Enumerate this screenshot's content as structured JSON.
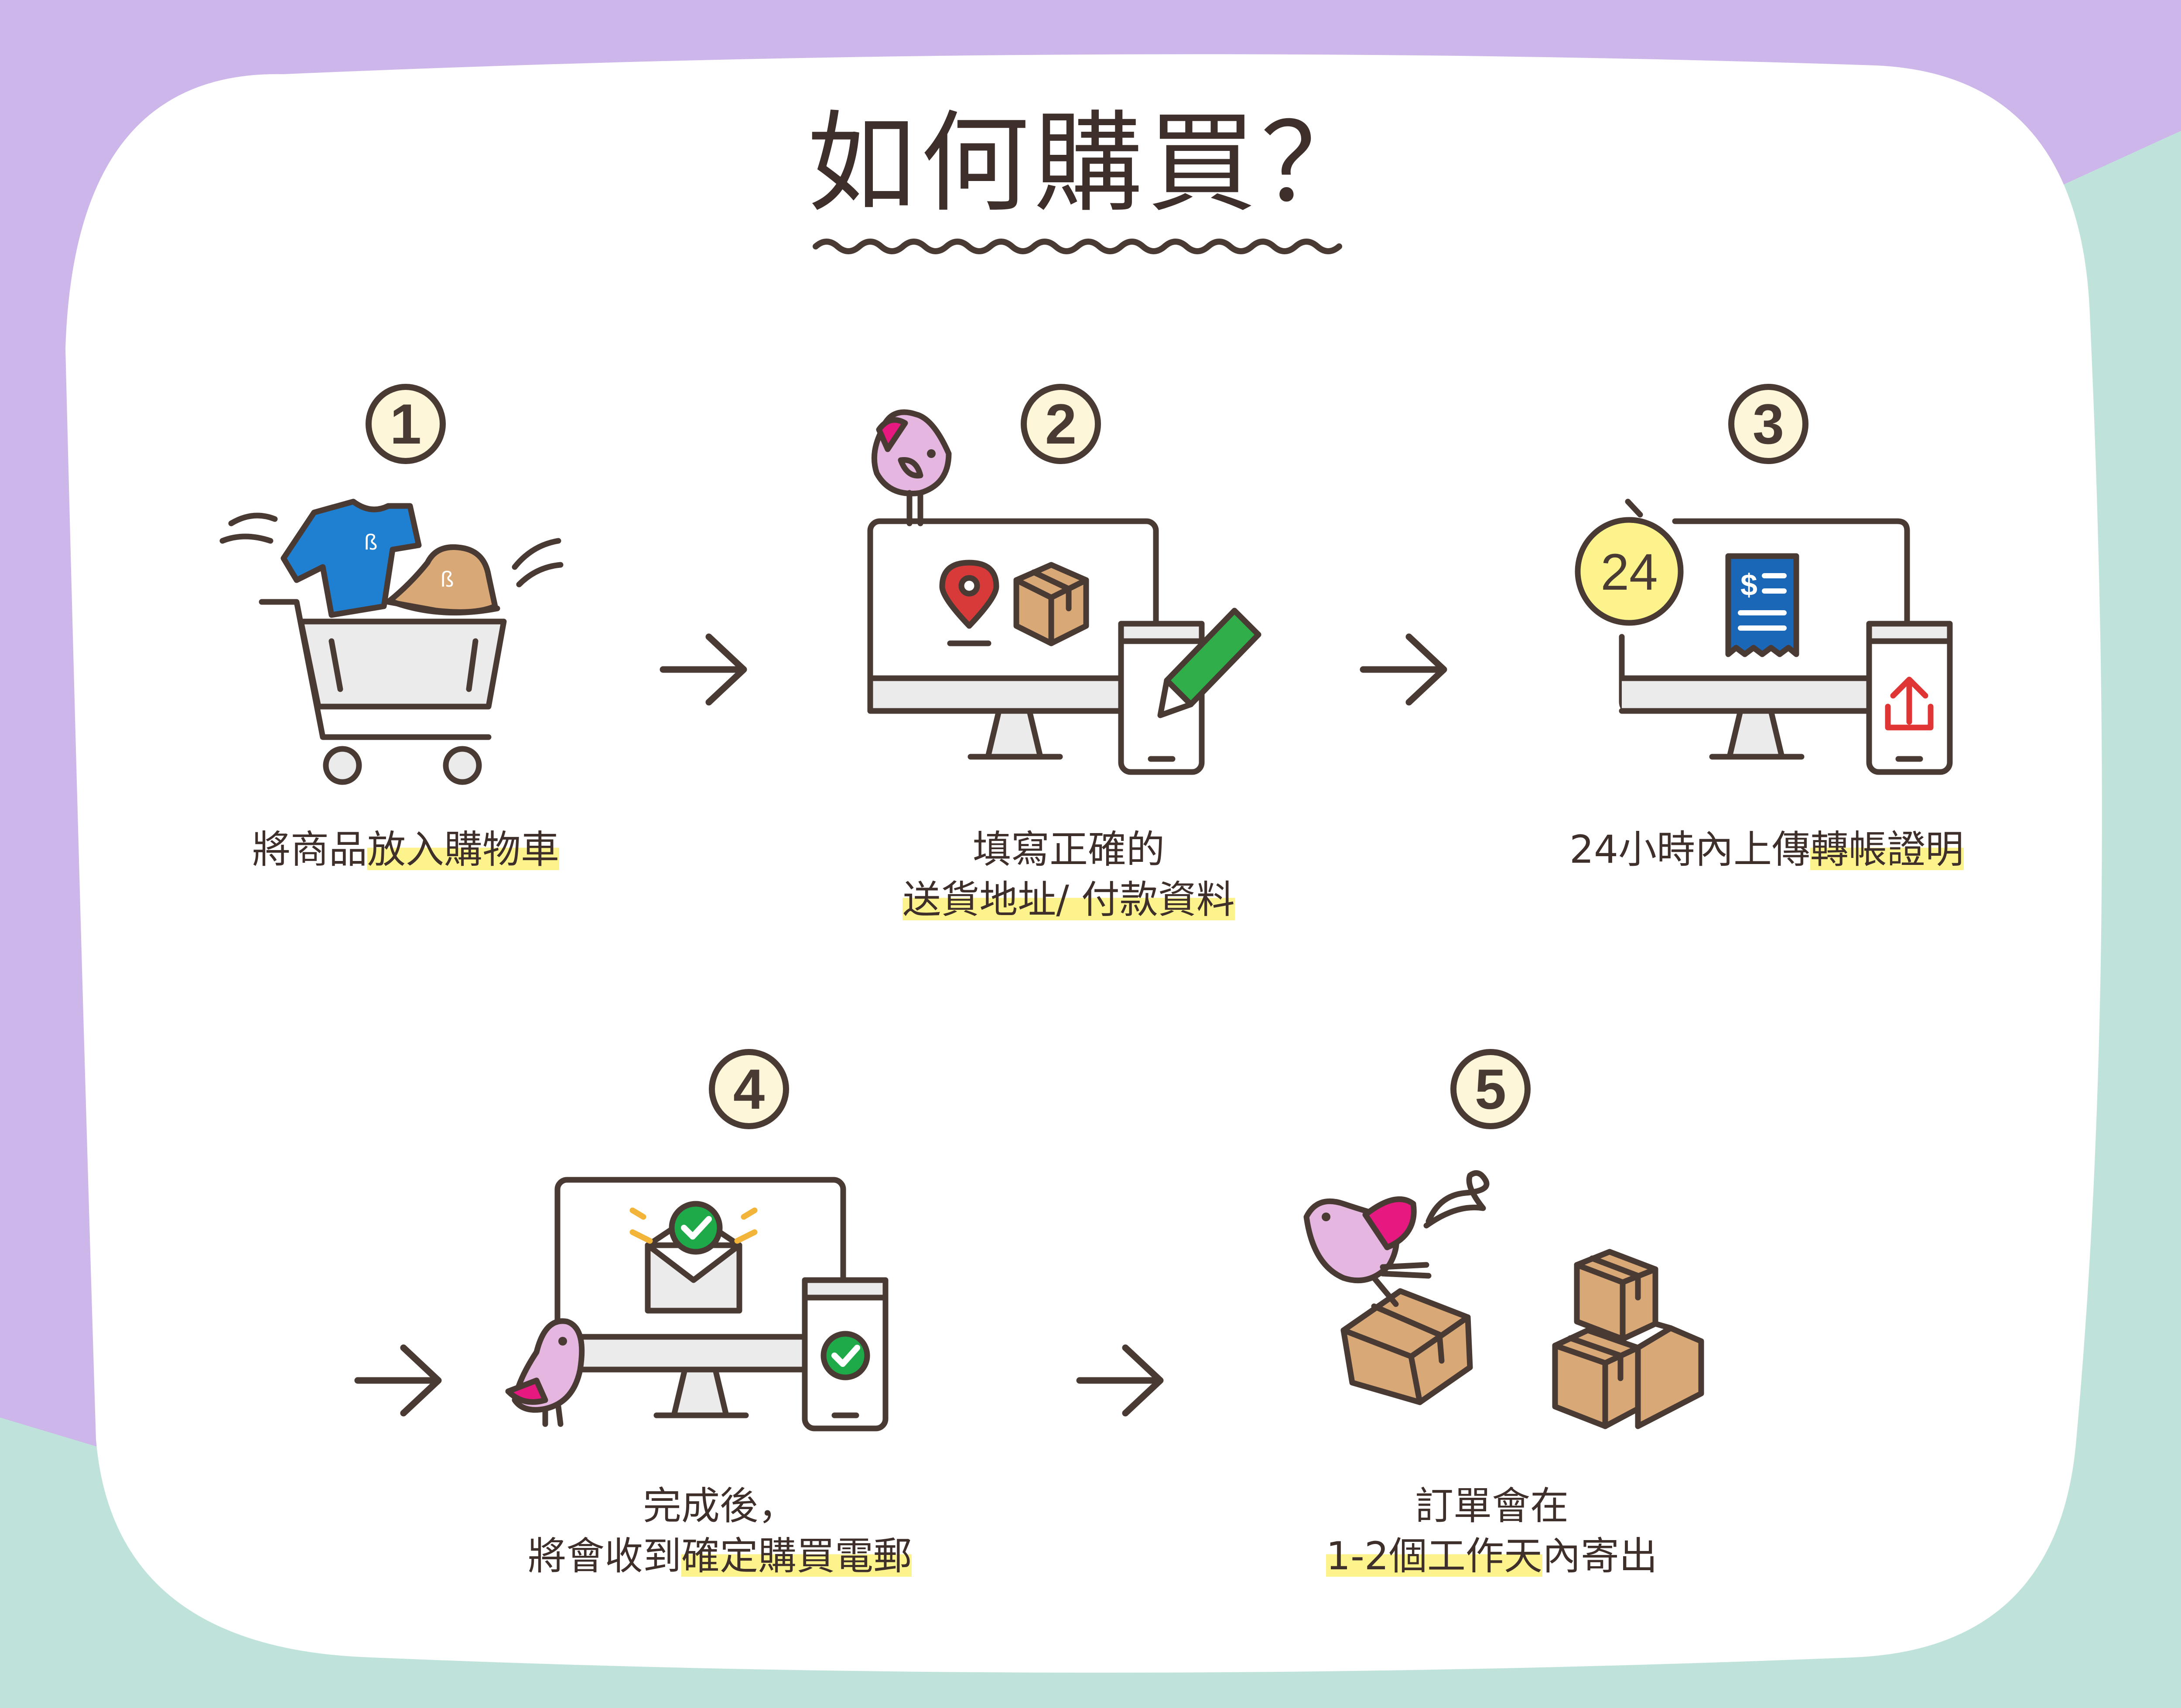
{
  "title": "如何購買？",
  "steps": [
    {
      "number": "1",
      "lines": [
        [
          {
            "text": "將商品",
            "hl": false
          },
          {
            "text": "放入購物車",
            "hl": true
          }
        ]
      ]
    },
    {
      "number": "2",
      "lines": [
        [
          {
            "text": "填寫正確的",
            "hl": false
          }
        ],
        [
          {
            "text": "送貨地址/ 付款資料",
            "hl": true
          }
        ]
      ]
    },
    {
      "number": "3",
      "lines": [
        [
          {
            "text": "24小時內上傳",
            "hl": false
          },
          {
            "text": "轉帳證明",
            "hl": true
          }
        ]
      ]
    },
    {
      "number": "4",
      "lines": [
        [
          {
            "text": "完成後，",
            "hl": false
          }
        ],
        [
          {
            "text": "將會收到",
            "hl": false
          },
          {
            "text": "確定購買電郵",
            "hl": true
          }
        ]
      ]
    },
    {
      "number": "5",
      "lines": [
        [
          {
            "text": "訂單會在",
            "hl": false
          }
        ],
        [
          {
            "text": "1-2個工作天",
            "hl": true
          },
          {
            "text": "內寄出",
            "hl": false
          }
        ]
      ]
    }
  ],
  "icons": {
    "cart": "shopping-cart-icon",
    "tshirt": "tshirt-icon",
    "hat": "bucket-hat-icon",
    "monitor": "monitor-icon",
    "phone": "phone-icon",
    "pin": "location-pin-icon",
    "box": "package-box-icon",
    "pencil": "pencil-icon",
    "clock": "clock-24h-icon",
    "receipt": "receipt-icon",
    "upload": "upload-icon",
    "envelope": "envelope-icon",
    "check": "check-icon",
    "bird": "bird-icon",
    "arrow": "arrow-right-icon"
  },
  "colors": {
    "background_purple": "#cdb6ea",
    "background_mint": "#bfe3da",
    "card": "#ffffff",
    "outline": "#4a3a34",
    "highlight": "#fdf38c",
    "tshirt_blue": "#1f7fd0",
    "hat_tan": "#d8a877",
    "pin_red": "#d83a3a",
    "pencil_green": "#2fae4a",
    "receipt_blue": "#1a67b8",
    "upload_red": "#e03535",
    "check_green": "#1faa4a",
    "bird_pink": "#e5b6e0",
    "bird_magenta": "#e5197f",
    "clock_yellow": "#fdf38c",
    "box_tan": "#d8a877"
  }
}
